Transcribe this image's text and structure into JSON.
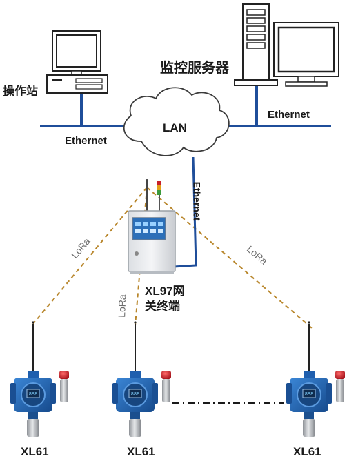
{
  "nodes": {
    "operator_station": "操作站",
    "monitor_server": "监控服务器",
    "lan": "LAN",
    "gateway_model": "XL97网",
    "gateway_desc": "关终端",
    "detector_1": "XL61",
    "detector_2": "XL61",
    "detector_3": "XL61"
  },
  "links": {
    "ethernet_left": "Ethernet",
    "ethernet_right": "Ethernet",
    "ethernet_vertical": "Ethernet",
    "lora_left": "LoRa",
    "lora_middle": "LoRa",
    "lora_right": "LoRa"
  },
  "colors": {
    "ethernet": "#1f4e9a",
    "lora": "#b8862b",
    "detector_body": "#1f5fae",
    "alarm": "#c8202a"
  }
}
